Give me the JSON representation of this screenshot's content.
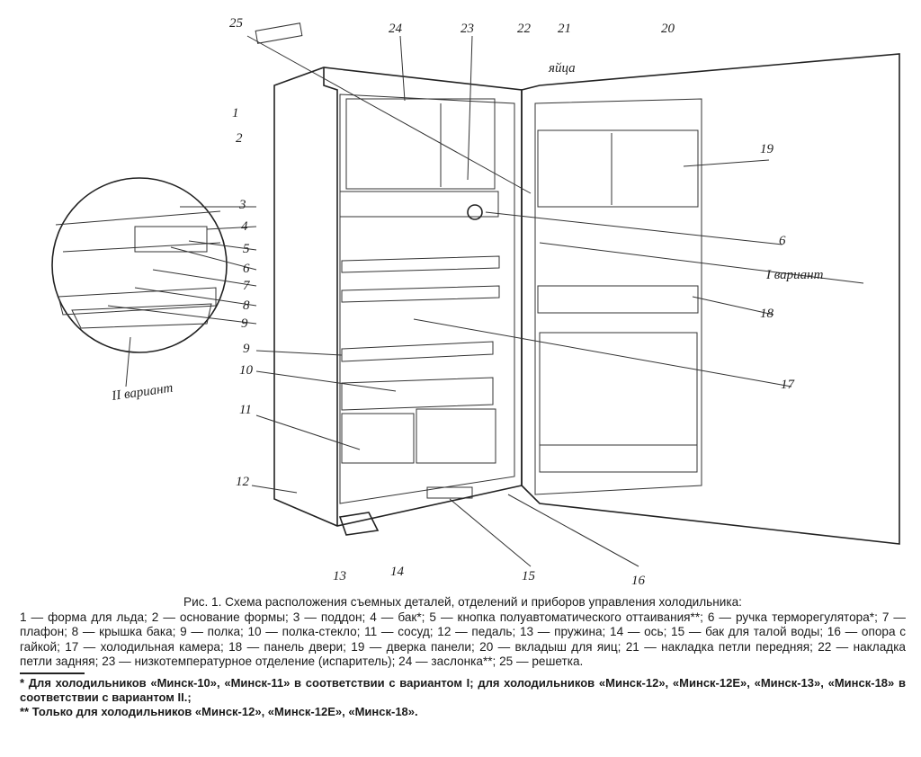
{
  "diagram": {
    "labels": [
      "1",
      "2",
      "3",
      "4",
      "5",
      "6",
      "7",
      "8",
      "9",
      "10",
      "11",
      "12",
      "13",
      "14",
      "15",
      "16",
      "17",
      "18",
      "19",
      "20",
      "21",
      "22",
      "23",
      "24",
      "25"
    ],
    "variant_1": "I вариант",
    "variant_2": "II вариант",
    "egg_tray_text": "яйца"
  },
  "caption": {
    "lines": [
      "Рис. 1. Схема расположения съемных деталей, отделений и приборов управления холодильника:",
      "1 — форма для льда; 2 — основание формы; 3 — поддон; 4 — бак*; 5 — кнопка полуавтоматического оттаивания**; 6 — ручка терморегулятора*; 7 — плафон; 8 — крышка бака; 9 — полка; 10 — полка-стекло; 11 — сосуд; 12 — педаль; 13 — пружина; 14 — ось; 15 — бак для талой воды; 16 — опора с гайкой; 17 — холодильная камера; 18 — панель двери; 19 — дверка панели; 20 — вкладыш для яиц; 21 — накладка петли передняя; 22 — накладка петли задняя; 23 — низкотемпературное отделение (испаритель); 24 — заслонка**; 25 — решетка."
    ],
    "notes": [
      "* Для холодильников «Минск-10», «Минск-11» в соответствии с вариантом I; для холодильников «Минск-12», «Минск-12Е», «Минск-13», «Минск-18» в соответствии с вариантом II.;",
      "** Только для холодильников «Минск-12», «Минск-12Е», «Минск-18»."
    ]
  }
}
